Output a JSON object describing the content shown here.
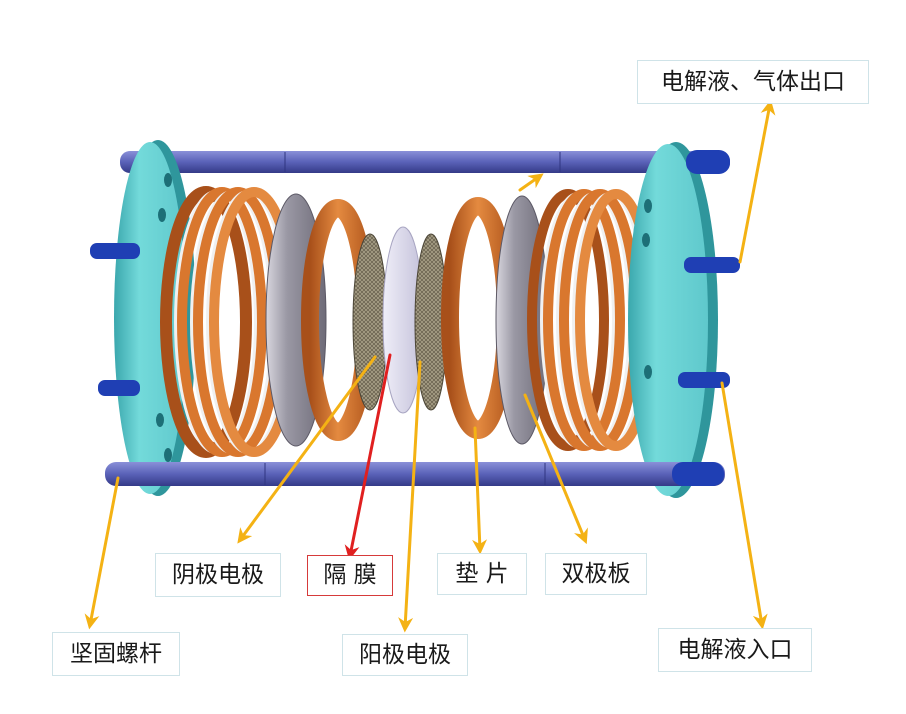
{
  "labels": {
    "outlet": "电解液、气体出口",
    "cathode": "阴极电极",
    "membrane": "隔  膜",
    "gasket": "垫 片",
    "bipolar_plate": "双极板",
    "tie_rod": "坚固螺杆",
    "anode": "阳极电极",
    "inlet": "电解液入口"
  },
  "colors": {
    "rod": "#5a62b8",
    "rod_dark": "#3a3f8f",
    "end_plate": "#5fd0d0",
    "end_plate_dark": "#3aa7ad",
    "gasket_ring": "#d9772e",
    "gasket_dark": "#a8501a",
    "plate_disc": "#8a8794",
    "mesh": "#6b6350",
    "membrane": "#dad8ea",
    "port": "#1f3fb4",
    "arrow": "#f4b214",
    "arrow_red": "#e02020"
  }
}
